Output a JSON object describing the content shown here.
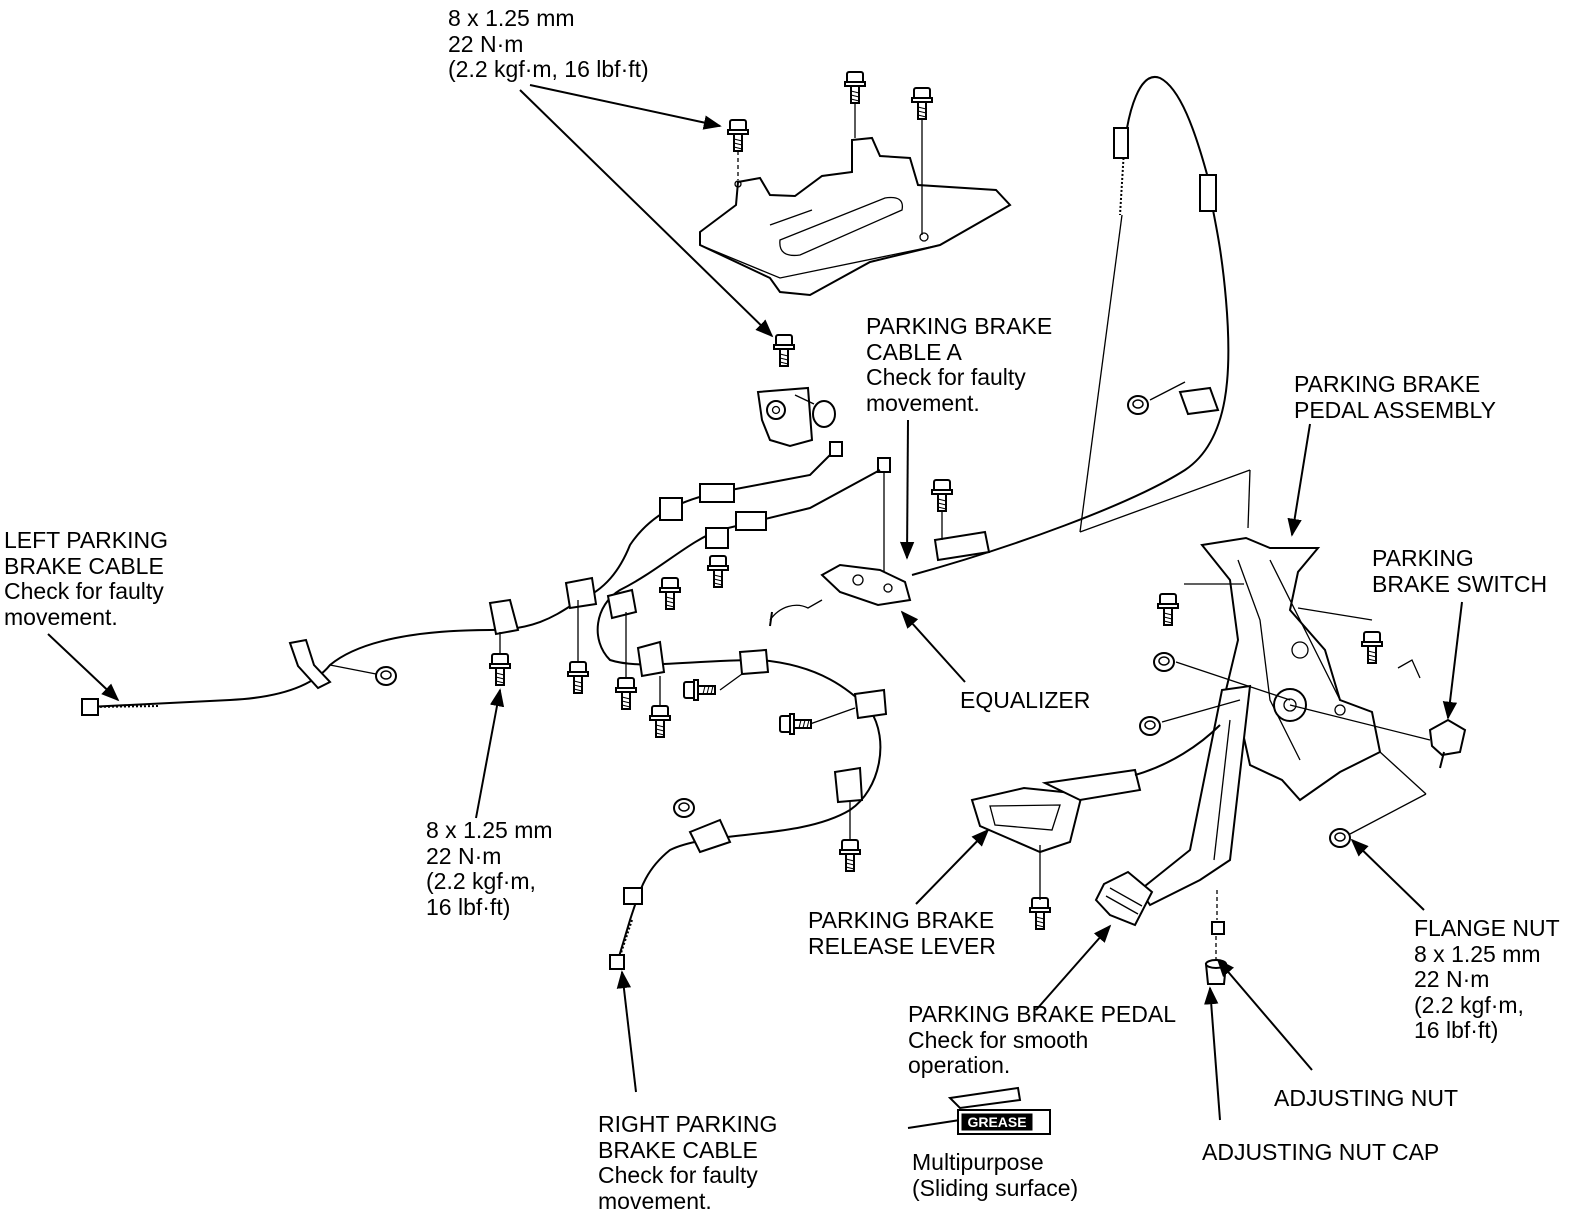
{
  "labels": {
    "torque_top": [
      "8 x 1.25 mm",
      "22 N·m",
      "(2.2 kgf·m, 16 lbf·ft)"
    ],
    "cable_a": [
      "PARKING BRAKE",
      "CABLE A",
      "Check for faulty",
      "movement."
    ],
    "pedal_assembly": [
      "PARKING BRAKE",
      "PEDAL ASSEMBLY"
    ],
    "brake_switch": [
      "PARKING",
      "BRAKE SWITCH"
    ],
    "left_cable": [
      "LEFT PARKING",
      "BRAKE CABLE",
      "Check for faulty",
      "movement."
    ],
    "equalizer": [
      "EQUALIZER"
    ],
    "torque_mid": [
      "8 x 1.25 mm",
      "22 N·m",
      "(2.2 kgf·m,",
      "16 lbf·ft)"
    ],
    "release_lever": [
      "PARKING BRAKE",
      "RELEASE LEVER"
    ],
    "flange_nut": [
      "FLANGE NUT",
      "8 x 1.25 mm",
      "22 N·m",
      "(2.2 kgf·m,",
      "16 lbf·ft)"
    ],
    "brake_pedal": [
      "PARKING BRAKE PEDAL",
      "Check for smooth",
      "operation."
    ],
    "adjusting_nut": [
      "ADJUSTING NUT"
    ],
    "adjusting_nut_cap": [
      "ADJUSTING NUT CAP"
    ],
    "grease_note": [
      "Multipurpose",
      "(Sliding surface)"
    ],
    "right_cable": [
      "RIGHT PARKING",
      "BRAKE CABLE",
      "Check for faulty",
      "movement."
    ]
  },
  "grease_symbol_text": "GREASE"
}
